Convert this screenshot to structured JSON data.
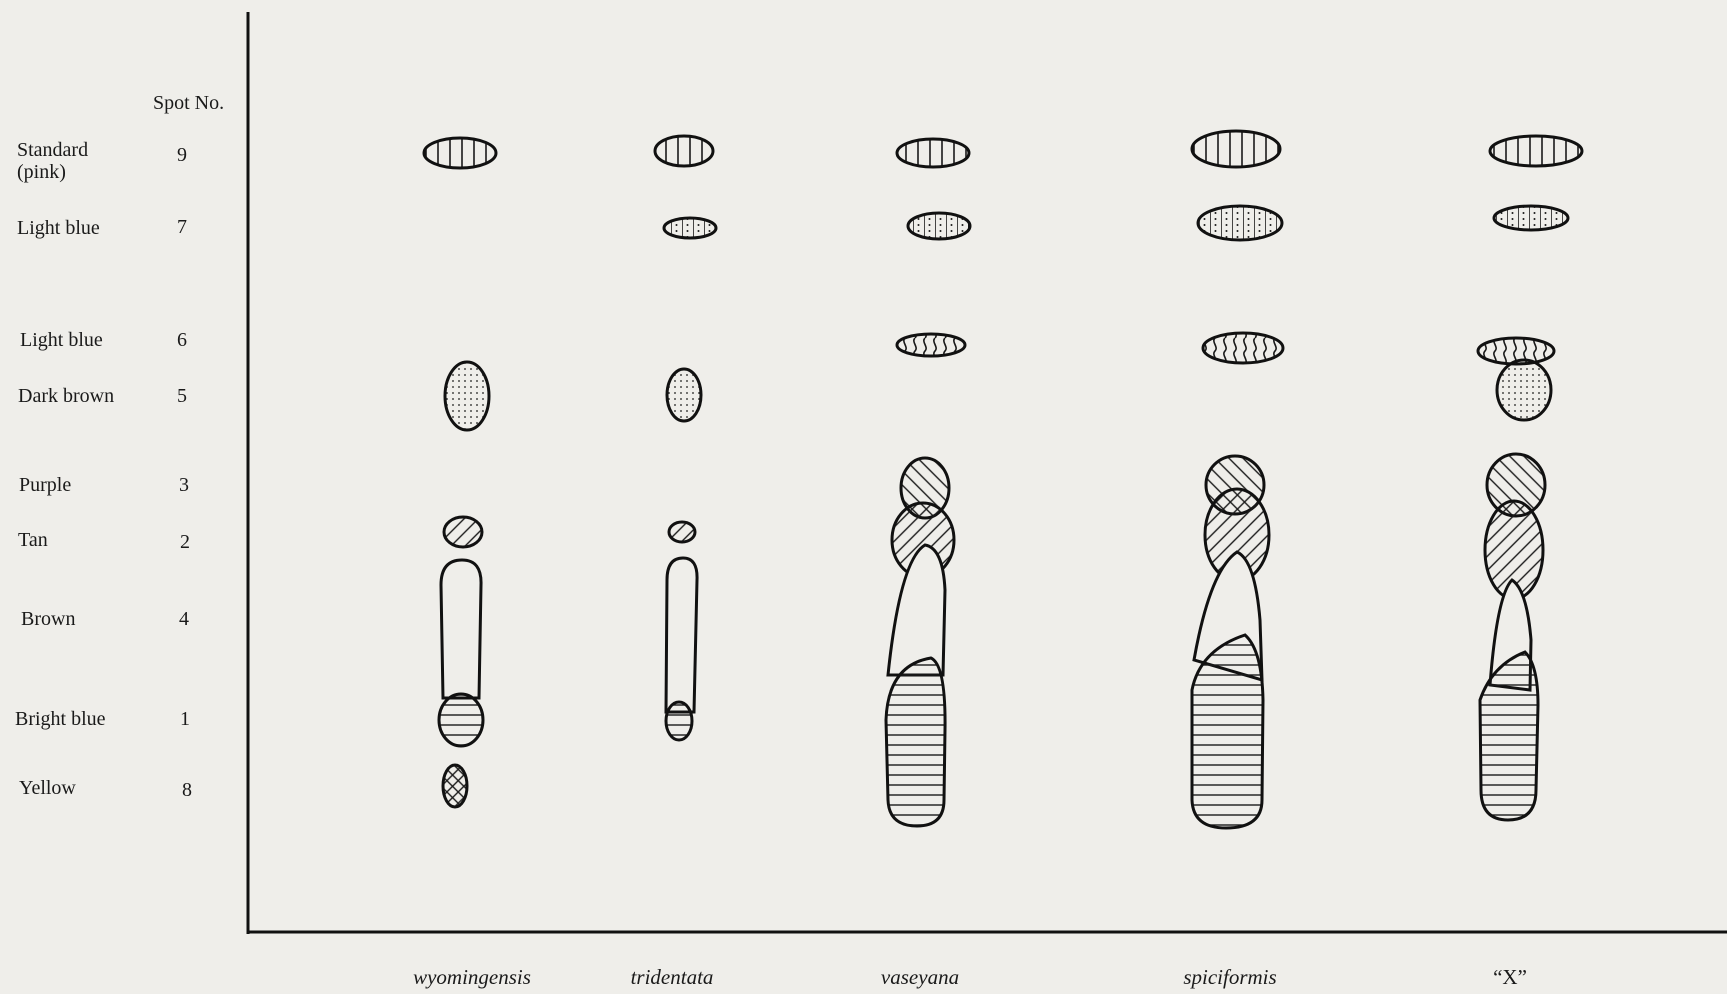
{
  "header": {
    "spot_no": "Spot No."
  },
  "rows": [
    {
      "color": "Standard\n(pink)",
      "spot": "9"
    },
    {
      "color": "Light blue",
      "spot": "7"
    },
    {
      "color": "Light blue",
      "spot": "6"
    },
    {
      "color": "Dark brown",
      "spot": "5"
    },
    {
      "color": "Purple",
      "spot": "3"
    },
    {
      "color": "Tan",
      "spot": "2"
    },
    {
      "color": "Brown",
      "spot": "4"
    },
    {
      "color": "Bright blue",
      "spot": "1"
    },
    {
      "color": "Yellow",
      "spot": "8"
    }
  ],
  "species": [
    "wyomingensis",
    "tridentata",
    "vaseyana",
    "spiciformis",
    "“X”"
  ],
  "colors": {
    "ink": "#1a1a1a",
    "paper": "#efeeea"
  },
  "spot_presence": {
    "wyomingensis": [
      "9",
      "5",
      "2",
      "4",
      "1",
      "8"
    ],
    "tridentata": [
      "9",
      "7",
      "5",
      "2",
      "4",
      "1"
    ],
    "vaseyana": [
      "9",
      "7",
      "6",
      "3",
      "2",
      "4",
      "1"
    ],
    "spiciformis": [
      "9",
      "7",
      "6",
      "3",
      "2",
      "4",
      "1"
    ],
    "“X”": [
      "9",
      "7",
      "6",
      "5",
      "3",
      "2",
      "4",
      "1"
    ]
  }
}
